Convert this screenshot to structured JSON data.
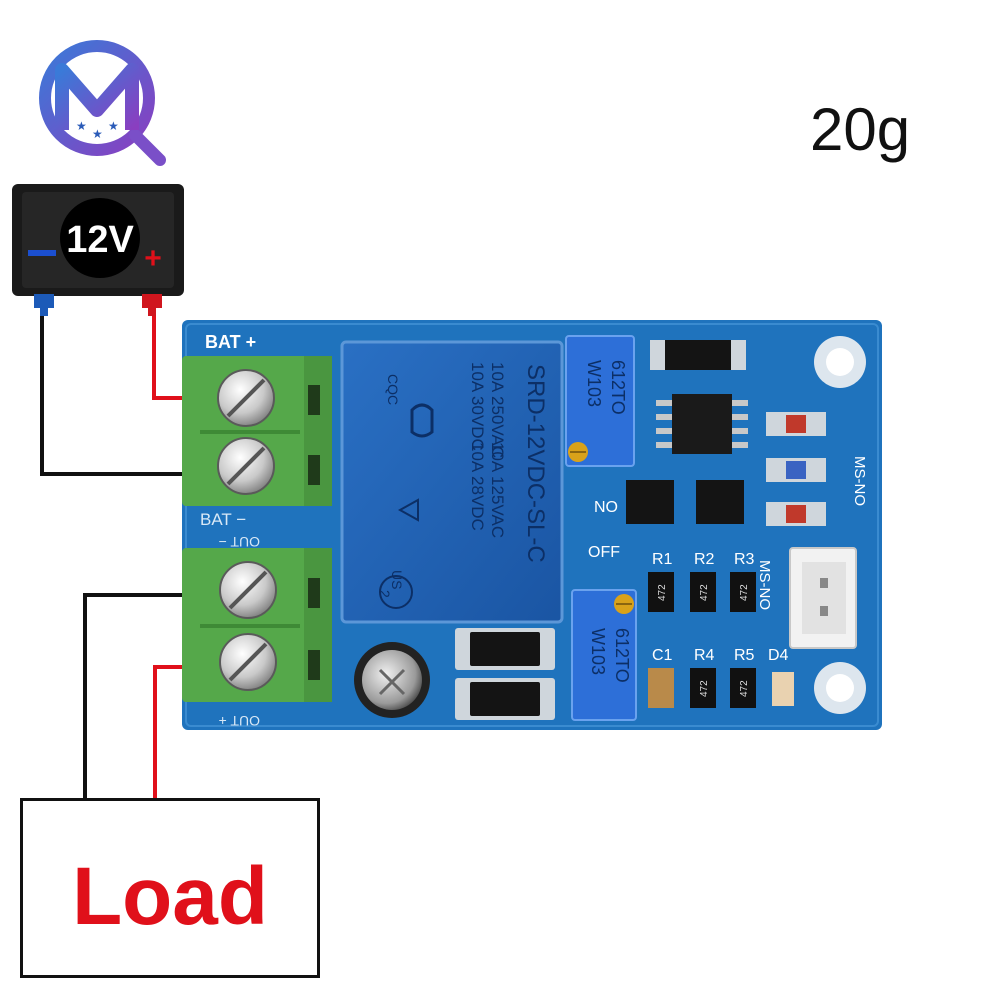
{
  "weight_label": "20g",
  "battery": {
    "voltage_label": "12V",
    "neg_symbol": "−",
    "pos_symbol": "+"
  },
  "load_label": "Load",
  "logo": {
    "letters": "MQ"
  },
  "board": {
    "bat_pos": "BAT +",
    "bat_neg": "BAT −",
    "out_neg": "OUT −",
    "out_pos": "OUT +",
    "relay": {
      "rating_number": "2",
      "ul_us": "US",
      "rating_1": "10A 125VAC",
      "rating_2": "10A 28VDC",
      "rating_3": "10A 250VAC",
      "rating_4": "10A 30VDC",
      "model": "SRD-12VDC-SL-C",
      "cqc": "CQC"
    },
    "pot_top": {
      "line1": "612TO",
      "line2": "W103"
    },
    "pot_bottom": {
      "line1": "612TO",
      "line2": "W103"
    },
    "no_label": "NO",
    "off_label": "OFF",
    "ms_no_top": "MS-NO",
    "ms_no_side": "MS-NO",
    "resistors_row1": [
      "R1",
      "R2",
      "R3"
    ],
    "resistors_row2": [
      "C1",
      "R4",
      "R5",
      "D4"
    ],
    "chip_code": "472"
  },
  "colors": {
    "pcb": "#1f73bd",
    "terminal": "#55a84a",
    "relay": "#2061b6",
    "wire_red": "#e0101a",
    "wire_black": "#111111"
  }
}
